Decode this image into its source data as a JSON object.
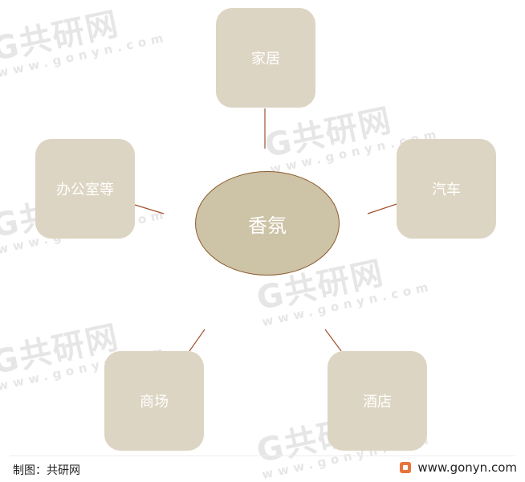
{
  "watermark": {
    "logo_text": "G共研网",
    "url_text": "www.gonyn.com"
  },
  "diagram": {
    "center": "香氛",
    "nodes": {
      "top": "家居",
      "left": "办公室等",
      "right": "汽车",
      "bottom_left": "商场",
      "bottom_right": "酒店"
    }
  },
  "footer": {
    "source": "制图：共研网",
    "website": "www.gonyn.com"
  },
  "colors": {
    "node_fill": "#ddd5c3",
    "center_fill": "#cdc3a7",
    "connector": "#a0522d"
  }
}
